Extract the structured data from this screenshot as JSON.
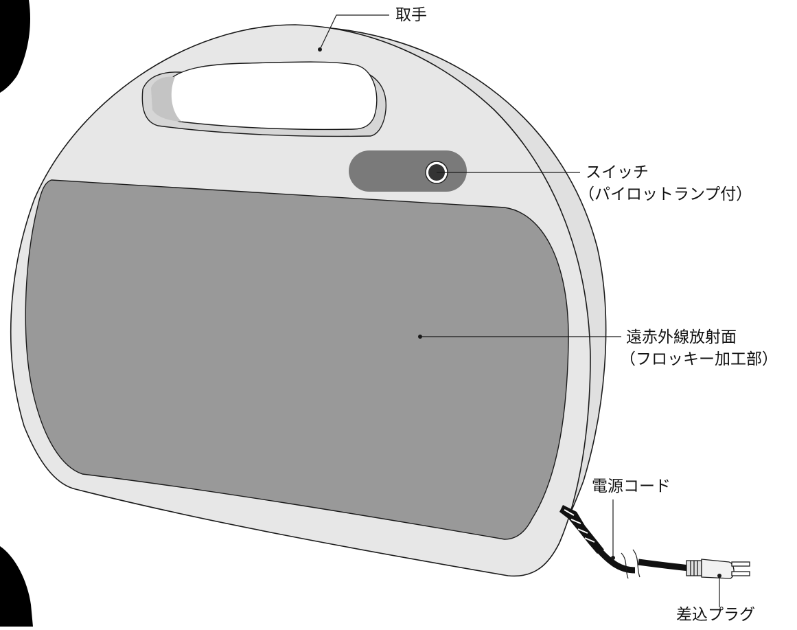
{
  "labels": {
    "handle": "取手",
    "switch_line1": "スイッチ",
    "switch_line2": "（パイロットランプ付）",
    "surface_line1": "遠赤外線放射面",
    "surface_line2": "（フロッキー加工部）",
    "cord": "電源コード",
    "plug": "差込プラグ"
  },
  "colors": {
    "body": "#e6e6e6",
    "panel": "#9a9a9a",
    "switch_plate": "#7a7a7a",
    "outline": "#1a1a1a",
    "cord": "#111111"
  }
}
